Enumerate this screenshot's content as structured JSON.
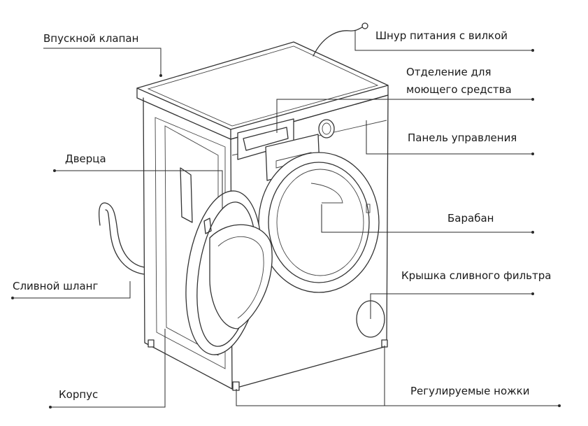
{
  "labels": {
    "inlet_valve": "Впускной клапан",
    "power_cord": "Шнур питания с вилкой",
    "detergent_line1": "Отделение для",
    "detergent_line2": "моющего средства",
    "control_panel": "Панель управления",
    "door": "Дверца",
    "drum": "Барабан",
    "drain_hose": "Сливной шланг",
    "drain_filter_cover": "Крышка сливного фильтра",
    "body": "Корпус",
    "adjustable_feet": "Регулируемые ножки"
  }
}
